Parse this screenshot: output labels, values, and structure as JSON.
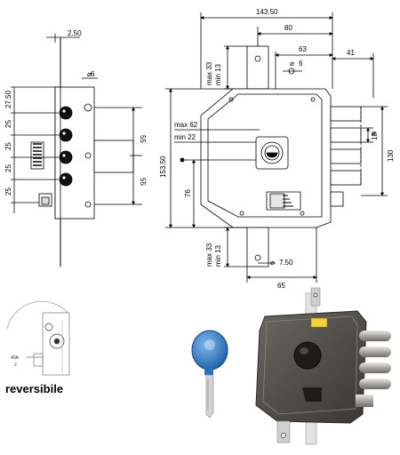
{
  "colors": {
    "line": "#000000",
    "ink": "#1a1a1a",
    "lock_body": "#4d4a46",
    "cylinder_bolt": "#b9b6b1",
    "key_head": "#2f7fd0",
    "key_blade": "#c9c9c9"
  },
  "side_view": {
    "dims": {
      "top": "2.50",
      "hole": "6",
      "spacing": [
        "27.50",
        "25",
        "25",
        "25",
        "25"
      ],
      "right": [
        "55",
        "55"
      ]
    }
  },
  "front_view": {
    "dims": {
      "width_total": "143.50",
      "w80": "80",
      "w63": "63",
      "w41": "41",
      "max33_top": "max 33",
      "min13_top": "min 13",
      "hole6": "6",
      "max62": "max 62",
      "min22": "min 22",
      "height": "153.50",
      "h76": "76",
      "bolt_dia": "18",
      "h130": "130",
      "max33_bot": "max 33",
      "min13_bot": "min 13",
      "dia750": "7.50",
      "w65": "65"
    }
  },
  "lower": {
    "reversible_label": "reversibile",
    "scheme_labels": [
      "40A",
      "2"
    ]
  }
}
